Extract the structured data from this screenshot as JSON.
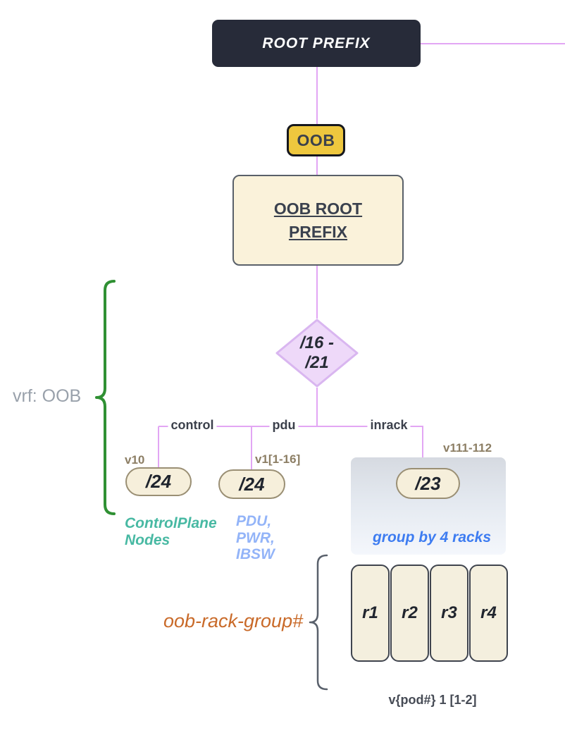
{
  "diagram": {
    "root_prefix": {
      "label": "ROOT PREFIX"
    },
    "oob_badge": {
      "label": "OOB"
    },
    "oob_root_prefix": {
      "line1": "OOB ROOT",
      "line2": "PREFIX"
    },
    "range_diamond": {
      "line1": "/16 -",
      "line2": "/21"
    },
    "vrf_label": "vrf: OOB",
    "branches": [
      {
        "name": "control",
        "vlan": "v10",
        "prefix": "/24",
        "note_lines": [
          "ControlPlane",
          "Nodes"
        ]
      },
      {
        "name": "pdu",
        "vlan": "v1[1-16]",
        "prefix": "/24",
        "note_lines": [
          "PDU,",
          "PWR,",
          "IBSW"
        ]
      },
      {
        "name": "inrack",
        "vlan": "v111-112",
        "prefix": "/23",
        "note": "group by 4 racks"
      }
    ],
    "rack_group": {
      "label": "oob-rack-group#",
      "racks": [
        "r1",
        "r2",
        "r3",
        "r4"
      ],
      "pod_note": "v{pod#} 1 [1-2]"
    },
    "colors": {
      "connector_purple": "#e2a6f4",
      "root_box_dark": "#272b39",
      "badge_yellow": "#eec73e",
      "cream": "#faf2da",
      "diamond_lavender": "#eed9f9",
      "teal_note": "#48b9a3",
      "lightblue_note": "#93b4f8",
      "blue_note": "#3d7cf1",
      "orange_label": "#c96a29",
      "olive_vlan": "#8c7e64",
      "green_brace": "#2f9033"
    }
  }
}
